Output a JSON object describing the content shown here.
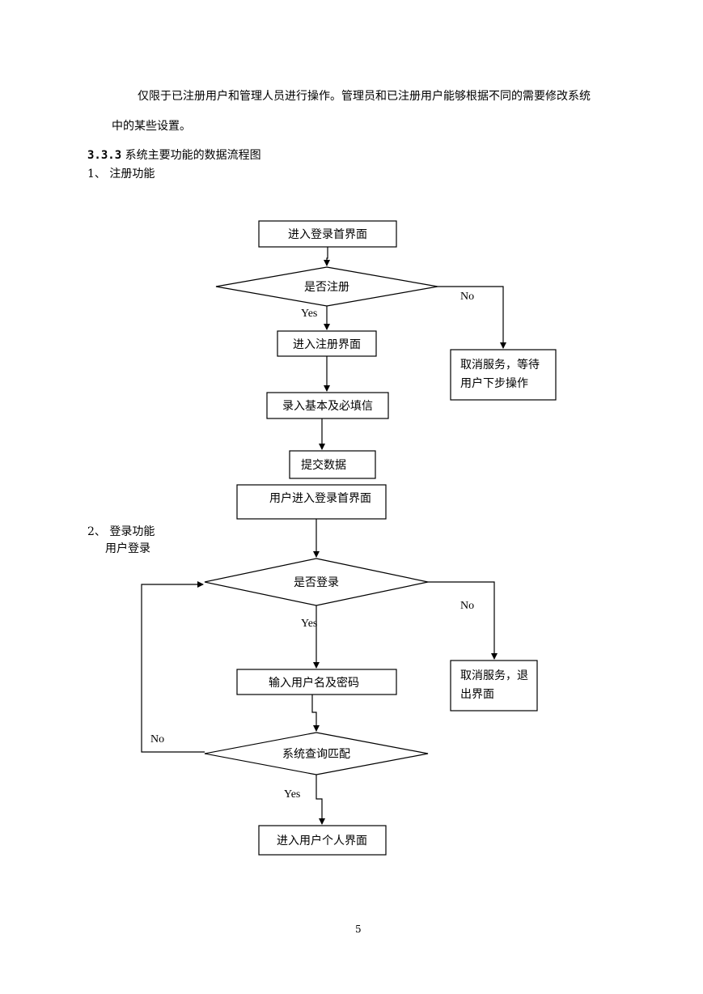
{
  "paragraph": {
    "line1": "仅限于已注册用户和管理人员进行操作。管理员和已注册用户能够根据不同的需要修改系统",
    "line2": "中的某些设置。"
  },
  "section": {
    "number": "3.3.3",
    "title": "系统主要功能的数据流程图"
  },
  "item1": {
    "label": "1、 注册功能"
  },
  "item2": {
    "label": "2、 登录功能",
    "sublabel": "用户登录"
  },
  "flow1": {
    "start": "进入登录首界面",
    "decision": "是否注册",
    "yes": "Yes",
    "no": "No",
    "register": "进入注册界面",
    "input_info": "录入基本及必填信",
    "submit": "提交数据",
    "end": "用户进入登录首界面",
    "cancel_line1": "取消服务，等待",
    "cancel_line2": "用户下步操作"
  },
  "flow2": {
    "decision": "是否登录",
    "yes": "Yes",
    "no": "No",
    "input_cred": "输入用户名及密码",
    "cancel_line1": "取消服务，退",
    "cancel_line2": "出界面",
    "match": "系统查询匹配",
    "match_no": "No",
    "match_yes": "Yes",
    "personal": "进入用户个人界面"
  },
  "page_number": "5"
}
